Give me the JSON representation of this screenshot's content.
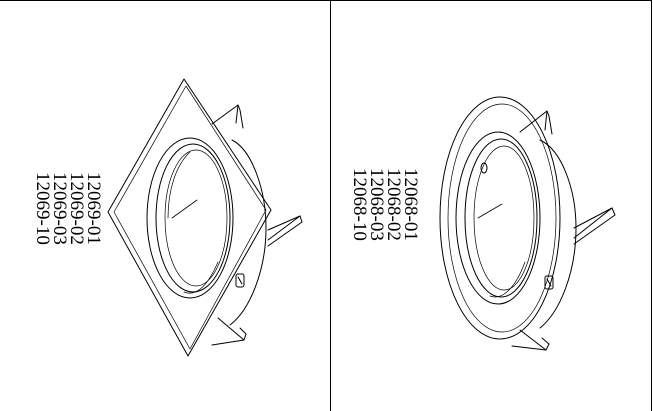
{
  "panels": [
    {
      "id": "square-trim",
      "part_numbers": [
        "12069-01",
        "12069-02",
        "12069-03",
        "12069-10"
      ]
    },
    {
      "id": "round-trim",
      "part_numbers": [
        "12068-01",
        "12068-02",
        "12068-03",
        "12068-10"
      ]
    }
  ],
  "colors": {
    "line": "#000000",
    "background": "#ffffff"
  }
}
